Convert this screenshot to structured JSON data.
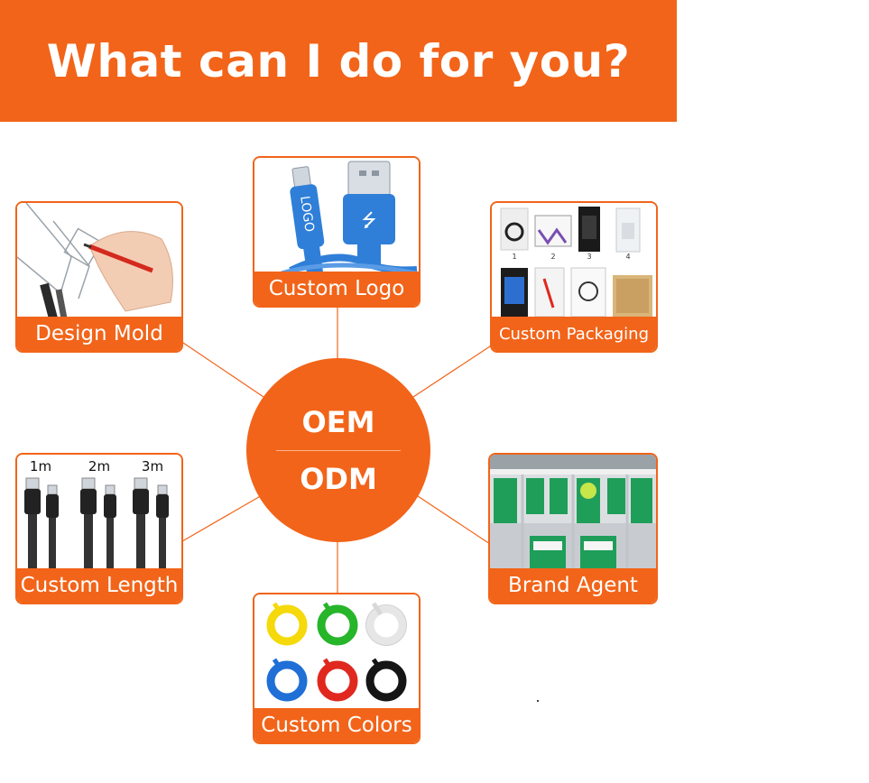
{
  "header": {
    "title": "What can I do for you?"
  },
  "hub": {
    "top": "OEM",
    "bottom": "ODM"
  },
  "services": {
    "custom_logo": {
      "label": "Custom Logo",
      "logo_text": "LOGO"
    },
    "design_mold": {
      "label": "Design Mold"
    },
    "custom_packaging": {
      "label": "Custom Packaging",
      "numbers": [
        "1",
        "2",
        "3",
        "4"
      ]
    },
    "custom_length": {
      "label": "Custom Length",
      "lengths": [
        "1m",
        "2m",
        "3m"
      ]
    },
    "brand_agent": {
      "label": "Brand Agent"
    },
    "custom_colors": {
      "label": "Custom Colors"
    }
  },
  "colors": {
    "accent": "#f26419",
    "cable_blue": "#2f7fd8",
    "yellow": "#f5d90a",
    "green": "#27b52a",
    "white": "#f2f2f2",
    "blue": "#1f6fd6",
    "red": "#e0281e",
    "black": "#151515"
  }
}
